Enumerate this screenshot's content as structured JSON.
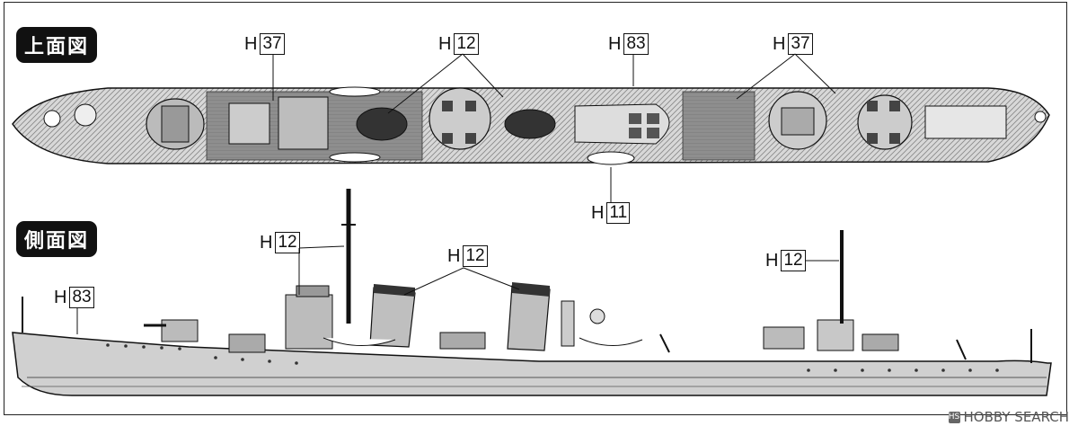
{
  "titles": {
    "top_view": "上面図",
    "side_view": "側面図"
  },
  "callouts": {
    "top_h37_left": {
      "prefix": "H",
      "number": "37"
    },
    "top_h12": {
      "prefix": "H",
      "number": "12"
    },
    "top_h83": {
      "prefix": "H",
      "number": "83"
    },
    "top_h37_right": {
      "prefix": "H",
      "number": "37"
    },
    "top_h11": {
      "prefix": "H",
      "number": "11"
    },
    "side_h12_mast": {
      "prefix": "H",
      "number": "12"
    },
    "side_h12_funnels": {
      "prefix": "H",
      "number": "12"
    },
    "side_h83": {
      "prefix": "H",
      "number": "83"
    },
    "side_h12_rear": {
      "prefix": "H",
      "number": "12"
    }
  },
  "watermark": {
    "text": "HOBBY SEARCH",
    "logo": "HS"
  },
  "colors": {
    "hull_gray": "#cfcfcf",
    "deck_wood": "#9a9a9a",
    "line": "#111111"
  }
}
